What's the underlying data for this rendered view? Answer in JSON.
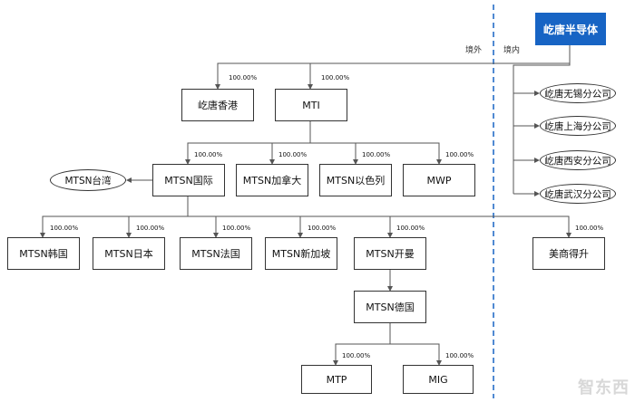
{
  "nodes": {
    "top": "屹唐半导体",
    "hk": "屹唐香港",
    "mti": "MTI",
    "intl": "MTSN国际",
    "canada": "MTSN加拿大",
    "israel": "MTSN以色列",
    "mwp": "MWP",
    "taiwan": "MTSN台湾",
    "korea": "MTSN韩国",
    "japan": "MTSN日本",
    "france": "MTSN法国",
    "singapore": "MTSN新加坡",
    "kaiman": "MTSN开曼",
    "germany": "MTSN德国",
    "mtp": "MTP",
    "mig": "MIG",
    "usa": "美商得升",
    "wuxi": "屹唐无锡分公司",
    "shanghai": "屹唐上海分公司",
    "xian": "屹唐西安分公司",
    "wuhan": "屹唐武汉分公司"
  },
  "labels": {
    "overseas": "境外",
    "domestic": "境内"
  },
  "percent": "100.00%",
  "watermark": "智东西",
  "colors": {
    "accent": "#1764c4",
    "line": "#555555",
    "divider": "#1764c4"
  }
}
